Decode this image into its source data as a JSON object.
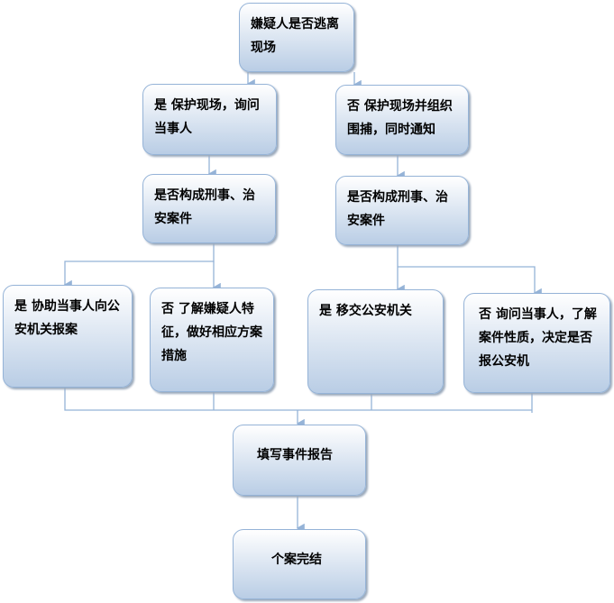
{
  "nodes": {
    "start": "嫌疑人是否逃离现场",
    "yes_protect": "是  保护现场，询问当事人",
    "no_protect": "否  保护现场并组织围捕，同时通知",
    "crime_left": "是否构成刑事、治安案件",
    "crime_right": "是否构成刑事、治安案件",
    "assist_report": "是  协助当事人向公安机关报案",
    "understand_suspect": "否  了解嫌疑人特征，做好相应方案措施",
    "transfer_police": "是  移交公安机关",
    "inquire_parties": "否  询问当事人，了解案件性质，决定是否报公安机",
    "fill_report": "填写事件报告",
    "case_closed": "个案完结"
  },
  "colors": {
    "border": "#95b3d7",
    "connector": "#95b3d7",
    "fill_bottom": "#b9cde5"
  }
}
